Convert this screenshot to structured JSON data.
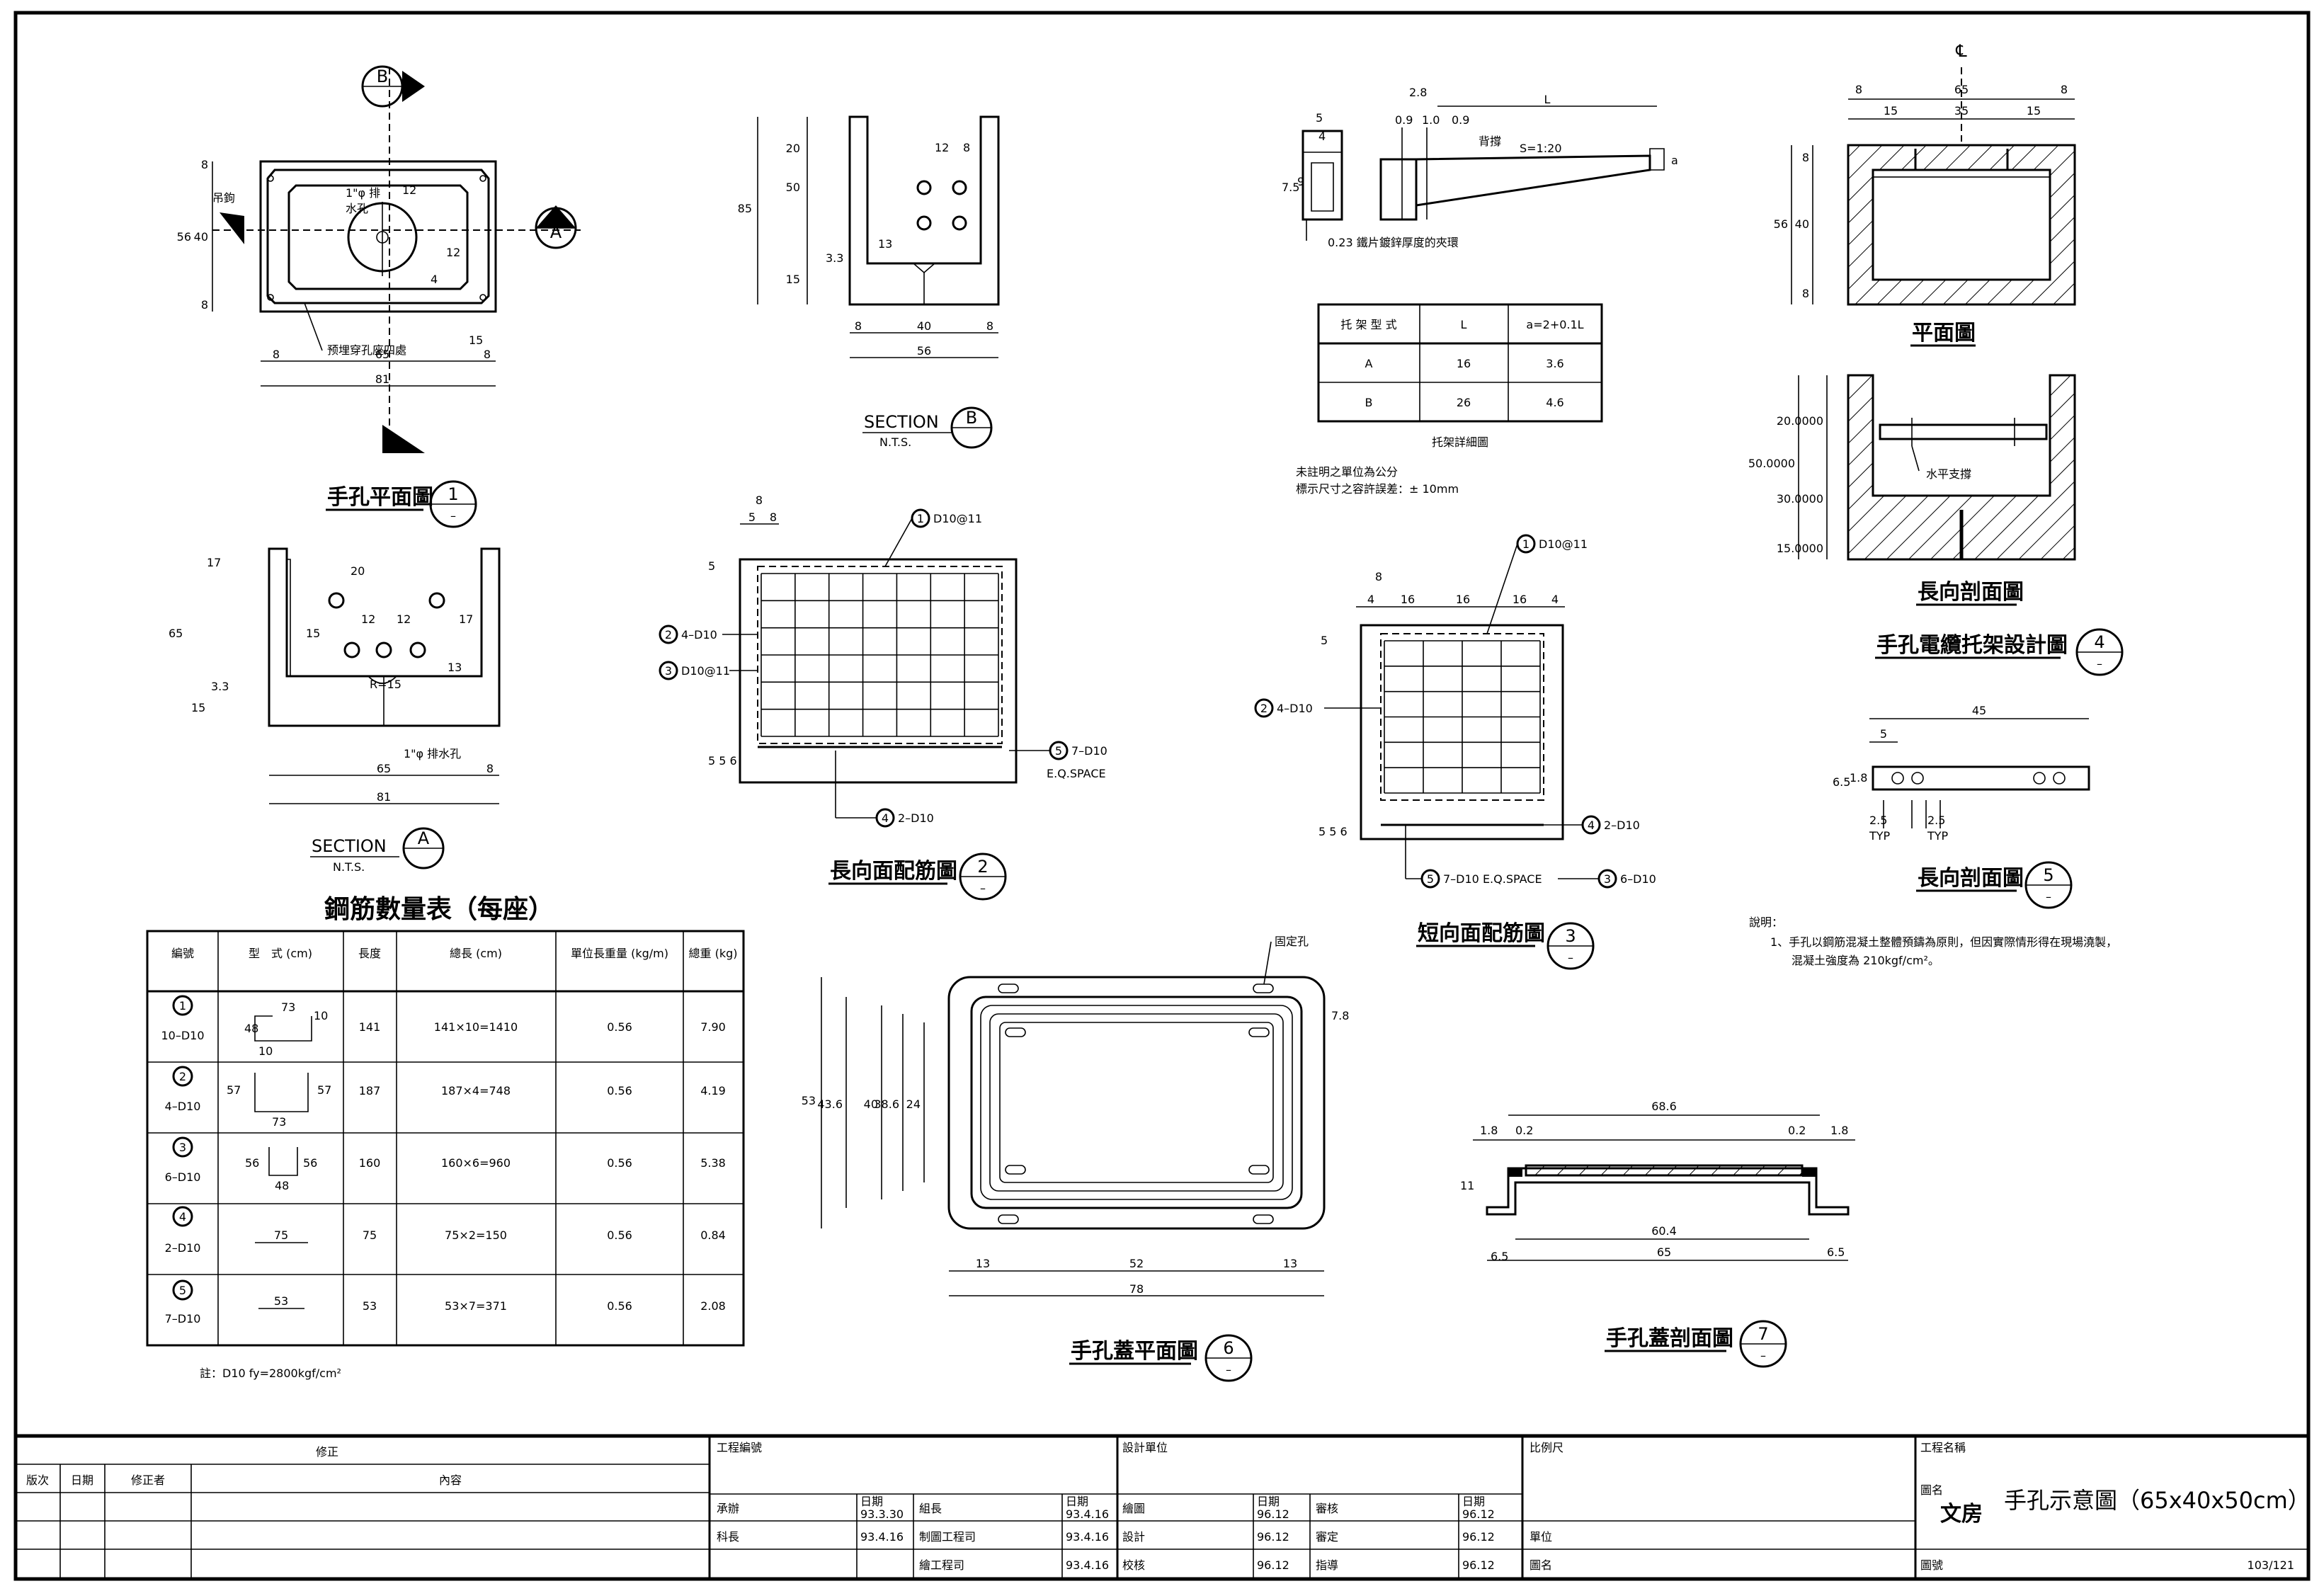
{
  "views": {
    "v1": {
      "title": "手孔平面圖",
      "num": "1",
      "sub": "–",
      "markB": "B",
      "markA": "A",
      "lbl_hook": "吊鉤",
      "lbl_drain1": "1\"φ 排",
      "lbl_drain2": "水孔",
      "lbl_anchor": "预埋穿孔座四處",
      "d8a": "8",
      "d40": "40",
      "d8b": "8",
      "d56": "56",
      "d12a": "12",
      "d12b": "12",
      "d4": "4",
      "d15": "15",
      "w8a": "8",
      "w65": "65",
      "w8b": "8",
      "w81": "81"
    },
    "secA": {
      "title": "SECTION",
      "mark": "A",
      "nts": "N.T.S.",
      "d17": "17",
      "d20": "20",
      "d12a": "12",
      "d12b": "12",
      "d15": "15",
      "d17b": "17",
      "d13": "13",
      "d65": "65",
      "d33": "3.3",
      "d15b": "15",
      "r": "R=15",
      "drain": "1\"φ 排水孔",
      "w65": "65",
      "w8": "8",
      "w81": "81"
    },
    "secB": {
      "title": "SECTION",
      "mark": "B",
      "nts": "N.T.S.",
      "d20": "20",
      "d50": "50",
      "d85": "85",
      "d15": "15",
      "d33": "3.3",
      "d12": "12",
      "d8": "8",
      "d13": "13",
      "w8": "8",
      "w40": "40",
      "w8b": "8",
      "w56": "56"
    },
    "v2": {
      "title": "長向面配筋圖",
      "num": "2",
      "sub": "–",
      "d8": "8",
      "d5a": "5",
      "d5b": "8",
      "d5": "5",
      "d556": "5 5 6",
      "r1": "1",
      "r1t": "D10@11",
      "r2": "2",
      "r2t": "4–D10",
      "r3": "3",
      "r3t": "D10@11",
      "r5": "5",
      "r5t": "7–D10",
      "r5s": "E.Q.SPACE",
      "r4": "4",
      "r4t": "2–D10"
    },
    "v3": {
      "title": "短向面配筋圖",
      "num": "3",
      "sub": "–",
      "d8": "8",
      "d4a": "4",
      "d16a": "16",
      "d16b": "16",
      "d16c": "16",
      "d4b": "4",
      "d5": "5",
      "d556": "5 5 6",
      "r1": "1",
      "r1t": "D10@11",
      "r2": "2",
      "r2t": "4–D10",
      "r4": "4",
      "r4t": "2–D10",
      "r5": "5",
      "r5t": "7–D10  E.Q.SPACE",
      "r3": "3",
      "r3t": "6–D10"
    },
    "bracket": {
      "d5": "5",
      "d4": "4",
      "d75": "7.5",
      "d9": "9",
      "d28": "2.8",
      "d09a": "0.9",
      "d10": "1.0",
      "d09b": "0.9",
      "L": "L",
      "slope": "S=1:20",
      "a": "a",
      "bolt": "背撐",
      "note": "0.23 鐵片鍍鋅厚度的夾環",
      "tbl_h": [
        "托 架 型 式",
        "L",
        "a=2+0.1L"
      ],
      "tbl_rows": [
        [
          "A",
          "16",
          "3.6"
        ],
        [
          "B",
          "26",
          "4.6"
        ]
      ],
      "tbl_cap": "托架詳細圖",
      "n1": "未註明之單位為公分",
      "n2": "標示尺寸之容許誤差：± 10mm"
    },
    "v4": {
      "title": "手孔電纜托架設計圖",
      "num": "4",
      "sub": "–",
      "cl": "℄",
      "w8a": "8",
      "w65": "65",
      "w8b": "8",
      "w15a": "15",
      "w35": "35",
      "w15b": "15",
      "h8a": "8",
      "h40": "40",
      "h56": "56",
      "h8b": "8",
      "plan": "平面圖",
      "h20": "20.0000",
      "h30": "30.0000",
      "h50": "50.0000",
      "h15": "15.0000",
      "support": "水平支撐",
      "sec": "長向剖面圖"
    },
    "v5": {
      "title": "長向剖面圖",
      "num": "5",
      "sub": "–",
      "w45": "45",
      "w5": "5",
      "h65": "6.5",
      "h18": "1.8",
      "w25a": "2.5",
      "w25b": "2.5",
      "typ": "TYP"
    },
    "notes": {
      "head": "說明：",
      "l1": "1、手孔以鋼筋混凝土整體預鑄為原則，但因實際情形得在現場澆製，",
      "l2": "混凝土強度為 210kgf/cm²。"
    },
    "v6": {
      "title": "手孔蓋平面圖",
      "num": "6",
      "sub": "–",
      "fix": "固定孔",
      "h53": "53",
      "h436": "43.6",
      "h40": "40",
      "h386": "38.6",
      "h24": "24",
      "h78": "7.8",
      "w13a": "13",
      "w52": "52",
      "w13b": "13",
      "w78": "78"
    },
    "v7": {
      "title": "手孔蓋剖面圖",
      "num": "7",
      "sub": "–",
      "w686": "68.6",
      "w18a": "1.8",
      "w02a": "0.2",
      "w02b": "0.2",
      "w18b": "1.8",
      "h11": "11",
      "w604": "60.4",
      "w65": "65",
      "w65a": "6.5",
      "w65b": "6.5"
    }
  },
  "rebar_table": {
    "title": "鋼筋數量表（每座）",
    "headers": [
      "編號",
      "型　式\n(cm)",
      "長度",
      "總長\n(cm)",
      "單位長重量\n(kg/m)",
      "總重\n(kg)"
    ],
    "rows": [
      {
        "no": "1",
        "spec": "10–D10",
        "shape": [
          "73",
          "10",
          "48",
          "10"
        ],
        "len": "141",
        "total": "141×10=1410",
        "unit": "0.56",
        "wt": "7.90"
      },
      {
        "no": "2",
        "spec": "4–D10",
        "shape": [
          "57",
          "57",
          "73"
        ],
        "len": "187",
        "total": "187×4=748",
        "unit": "0.56",
        "wt": "4.19"
      },
      {
        "no": "3",
        "spec": "6–D10",
        "shape": [
          "56",
          "56",
          "48"
        ],
        "len": "160",
        "total": "160×6=960",
        "unit": "0.56",
        "wt": "5.38"
      },
      {
        "no": "4",
        "spec": "2–D10",
        "shape": [
          "75"
        ],
        "len": "75",
        "total": "75×2=150",
        "unit": "0.56",
        "wt": "0.84"
      },
      {
        "no": "5",
        "spec": "7–D10",
        "shape": [
          "53"
        ],
        "len": "53",
        "total": "53×7=371",
        "unit": "0.56",
        "wt": "2.08"
      }
    ],
    "note": "註：D10  fy=2800kgf/cm²"
  },
  "title_block": {
    "rev_head": "修正",
    "rev_cols": [
      "版次",
      "日期",
      "修正者",
      "內容"
    ],
    "proj_no": "工程編號",
    "design_unit": "設計單位",
    "scale": "比例尺",
    "proj_name": "工程名稱",
    "approve": "承辦",
    "section": "科長",
    "date1": "日期",
    "date1v": "93.3.30",
    "date2v": "93.4.16",
    "chief": "組長",
    "chief2": "制圖工程司",
    "chief3": "繪工程司",
    "d_a": "日期",
    "d_av": "93.4.16",
    "d_bv": "93.4.16",
    "d_cv": "93.4.16",
    "draw": "繪圖",
    "design": "設計",
    "check": "校核",
    "d_b": "日期",
    "v_b1": "96.12",
    "v_b2": "96.12",
    "v_b3": "96.12",
    "audit": "審核",
    "approve2": "審定",
    "guide": "指導",
    "d_c": "日期",
    "v_c1": "96.12",
    "v_c2": "96.12",
    "v_c3": "96.12",
    "unit": "單位",
    "sheet_name": "圖名",
    "drawing_label": "圖名",
    "drawing_title": "手孔示意圖（65x40x50cm）",
    "sig": "文房",
    "dwg_no_label": "圖號",
    "dwg_no": "103/121"
  }
}
